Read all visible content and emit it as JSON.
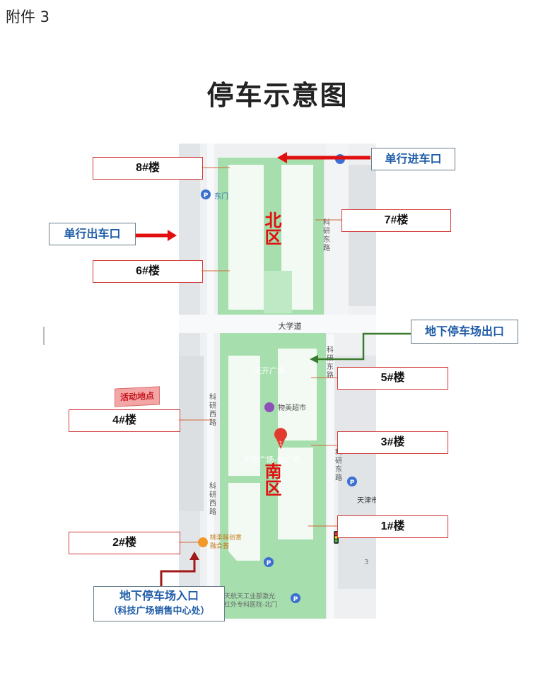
{
  "attachment": "附件 3",
  "title": "停车示意图",
  "map": {
    "north_zone": "北区",
    "south_zone": "南区",
    "road_top": "大学道",
    "road_east_n": [
      "科",
      "研",
      "东",
      "路"
    ],
    "road_east_s": [
      "科",
      "研",
      "东",
      "路"
    ],
    "road_west_1": [
      "科",
      "研",
      "西",
      "路"
    ],
    "road_west_2": [
      "科",
      "研",
      "西",
      "路"
    ],
    "east_gate": "东门",
    "plaza": "天开广场",
    "market": "物美超市",
    "south_plaza": "天开广场-南广场",
    "tianjin": "天津市",
    "cafe_1": "桃李蹊创意",
    "cafe_2": "融合荟",
    "hospital_1": "航天航天工业部激光",
    "hospital_2": "与红外专科医院-北门",
    "pin": "1",
    "road_num": "3"
  },
  "buildings": {
    "b8": "8#楼",
    "b7": "7#楼",
    "b6": "6#楼",
    "b5": "5#楼",
    "b4": "4#楼",
    "b3": "3#楼",
    "b2": "2#楼",
    "b1": "1#楼"
  },
  "callouts": {
    "entry_oneway": "单行进车口",
    "exit_oneway": "单行出车口",
    "underground_exit": "地下停车场出口",
    "underground_entry": "地下停车场入口",
    "underground_entry_note": "（科技广场销售中心处）",
    "event_spot": "活动地点"
  },
  "colors": {
    "map_bg": "#eef0f2",
    "green": "#9fdca8",
    "building": "#ffffff",
    "label_border": "#d23a3a",
    "arrow_red": "#e10f0f",
    "arrow_green": "#3a7a2e",
    "text_blue": "#1f5ca8"
  },
  "icons": [
    "parking-icon",
    "map-pin-icon",
    "shop-icon",
    "cafe-icon",
    "traffic-light-icon"
  ]
}
